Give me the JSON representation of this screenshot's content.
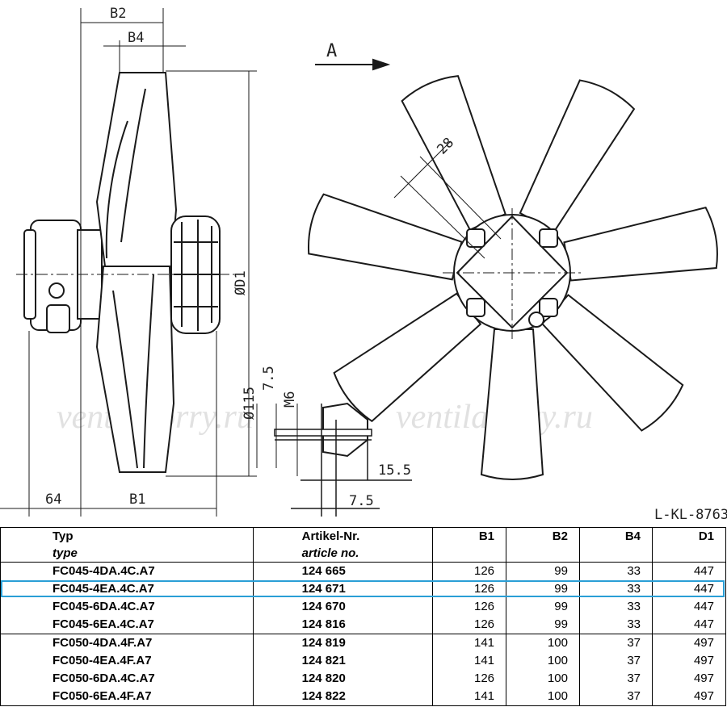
{
  "drawing": {
    "labels": {
      "b2": "B2",
      "b4": "B4",
      "d1": "ØD1",
      "view_a": "A",
      "dim_28": "28",
      "dim_115": "Ø115",
      "dim_75a": "7.5",
      "dim_m6": "M6",
      "dim_155": "15.5",
      "dim_75b": "7.5",
      "dim_64": "64",
      "b1": "B1",
      "drawing_no": "L-KL-8763"
    },
    "watermark": "ventilatorry.ru",
    "line_color": "#1a1a1a",
    "blade_fill": "#ffffff"
  },
  "table": {
    "headers": {
      "type": "Typ",
      "type_sub": "type",
      "article": "Artikel-Nr.",
      "article_sub": "article no.",
      "b1": "B1",
      "b2": "B2",
      "b4": "B4",
      "d1": "D1"
    },
    "rows": [
      {
        "type": "FC045-4DA.4C.A7",
        "article": "124 665",
        "b1": "126",
        "b2": "99",
        "b4": "33",
        "d1": "447"
      },
      {
        "type": "FC045-4EA.4C.A7",
        "article": "124 671",
        "b1": "126",
        "b2": "99",
        "b4": "33",
        "d1": "447"
      },
      {
        "type": "FC045-6DA.4C.A7",
        "article": "124 670",
        "b1": "126",
        "b2": "99",
        "b4": "33",
        "d1": "447"
      },
      {
        "type": "FC045-6EA.4C.A7",
        "article": "124 816",
        "b1": "126",
        "b2": "99",
        "b4": "33",
        "d1": "447"
      },
      {
        "type": "FC050-4DA.4F.A7",
        "article": "124 819",
        "b1": "141",
        "b2": "100",
        "b4": "37",
        "d1": "497"
      },
      {
        "type": "FC050-4EA.4F.A7",
        "article": "124 821",
        "b1": "141",
        "b2": "100",
        "b4": "37",
        "d1": "497"
      },
      {
        "type": "FC050-6DA.4C.A7",
        "article": "124 820",
        "b1": "126",
        "b2": "100",
        "b4": "37",
        "d1": "497"
      },
      {
        "type": "FC050-6EA.4F.A7",
        "article": "124 822",
        "b1": "141",
        "b2": "100",
        "b4": "37",
        "d1": "497"
      }
    ],
    "highlight_color": "#2a9fd6"
  }
}
